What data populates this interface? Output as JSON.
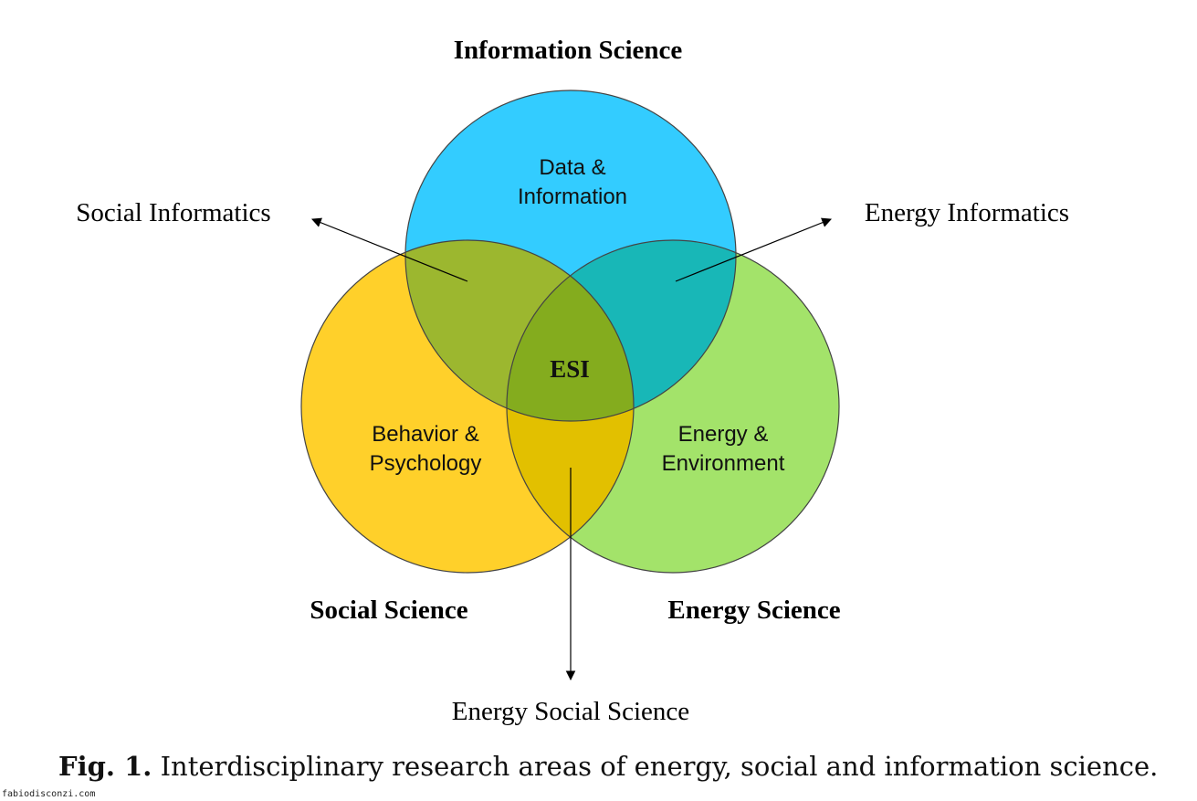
{
  "diagram": {
    "circles": {
      "information": {
        "title": "Information Science",
        "inner_line1": "Data &",
        "inner_line2": "Information",
        "color": "#33ccff"
      },
      "social": {
        "title": "Social Science",
        "inner_line1": "Behavior &",
        "inner_line2": "Psychology",
        "color": "#ffd02a"
      },
      "energy": {
        "title": "Energy Science",
        "inner_line1": "Energy &",
        "inner_line2": "Environment",
        "color": "#a3e36a"
      }
    },
    "overlaps": {
      "info_social": {
        "color": "#9cb72f"
      },
      "info_energy": {
        "color": "#18b7b7"
      },
      "social_energy": {
        "color": "#e2c000"
      },
      "center": {
        "label": "ESI",
        "color": "#84ac1e"
      }
    },
    "intersections": {
      "social_informatics": "Social Informatics",
      "energy_informatics": "Energy Informatics",
      "energy_social_science": "Energy Social Science"
    }
  },
  "caption": {
    "label": "Fig. 1.",
    "text": "Interdisciplinary research areas of energy, social and information science."
  },
  "watermark": "fabiodisconzi.com"
}
